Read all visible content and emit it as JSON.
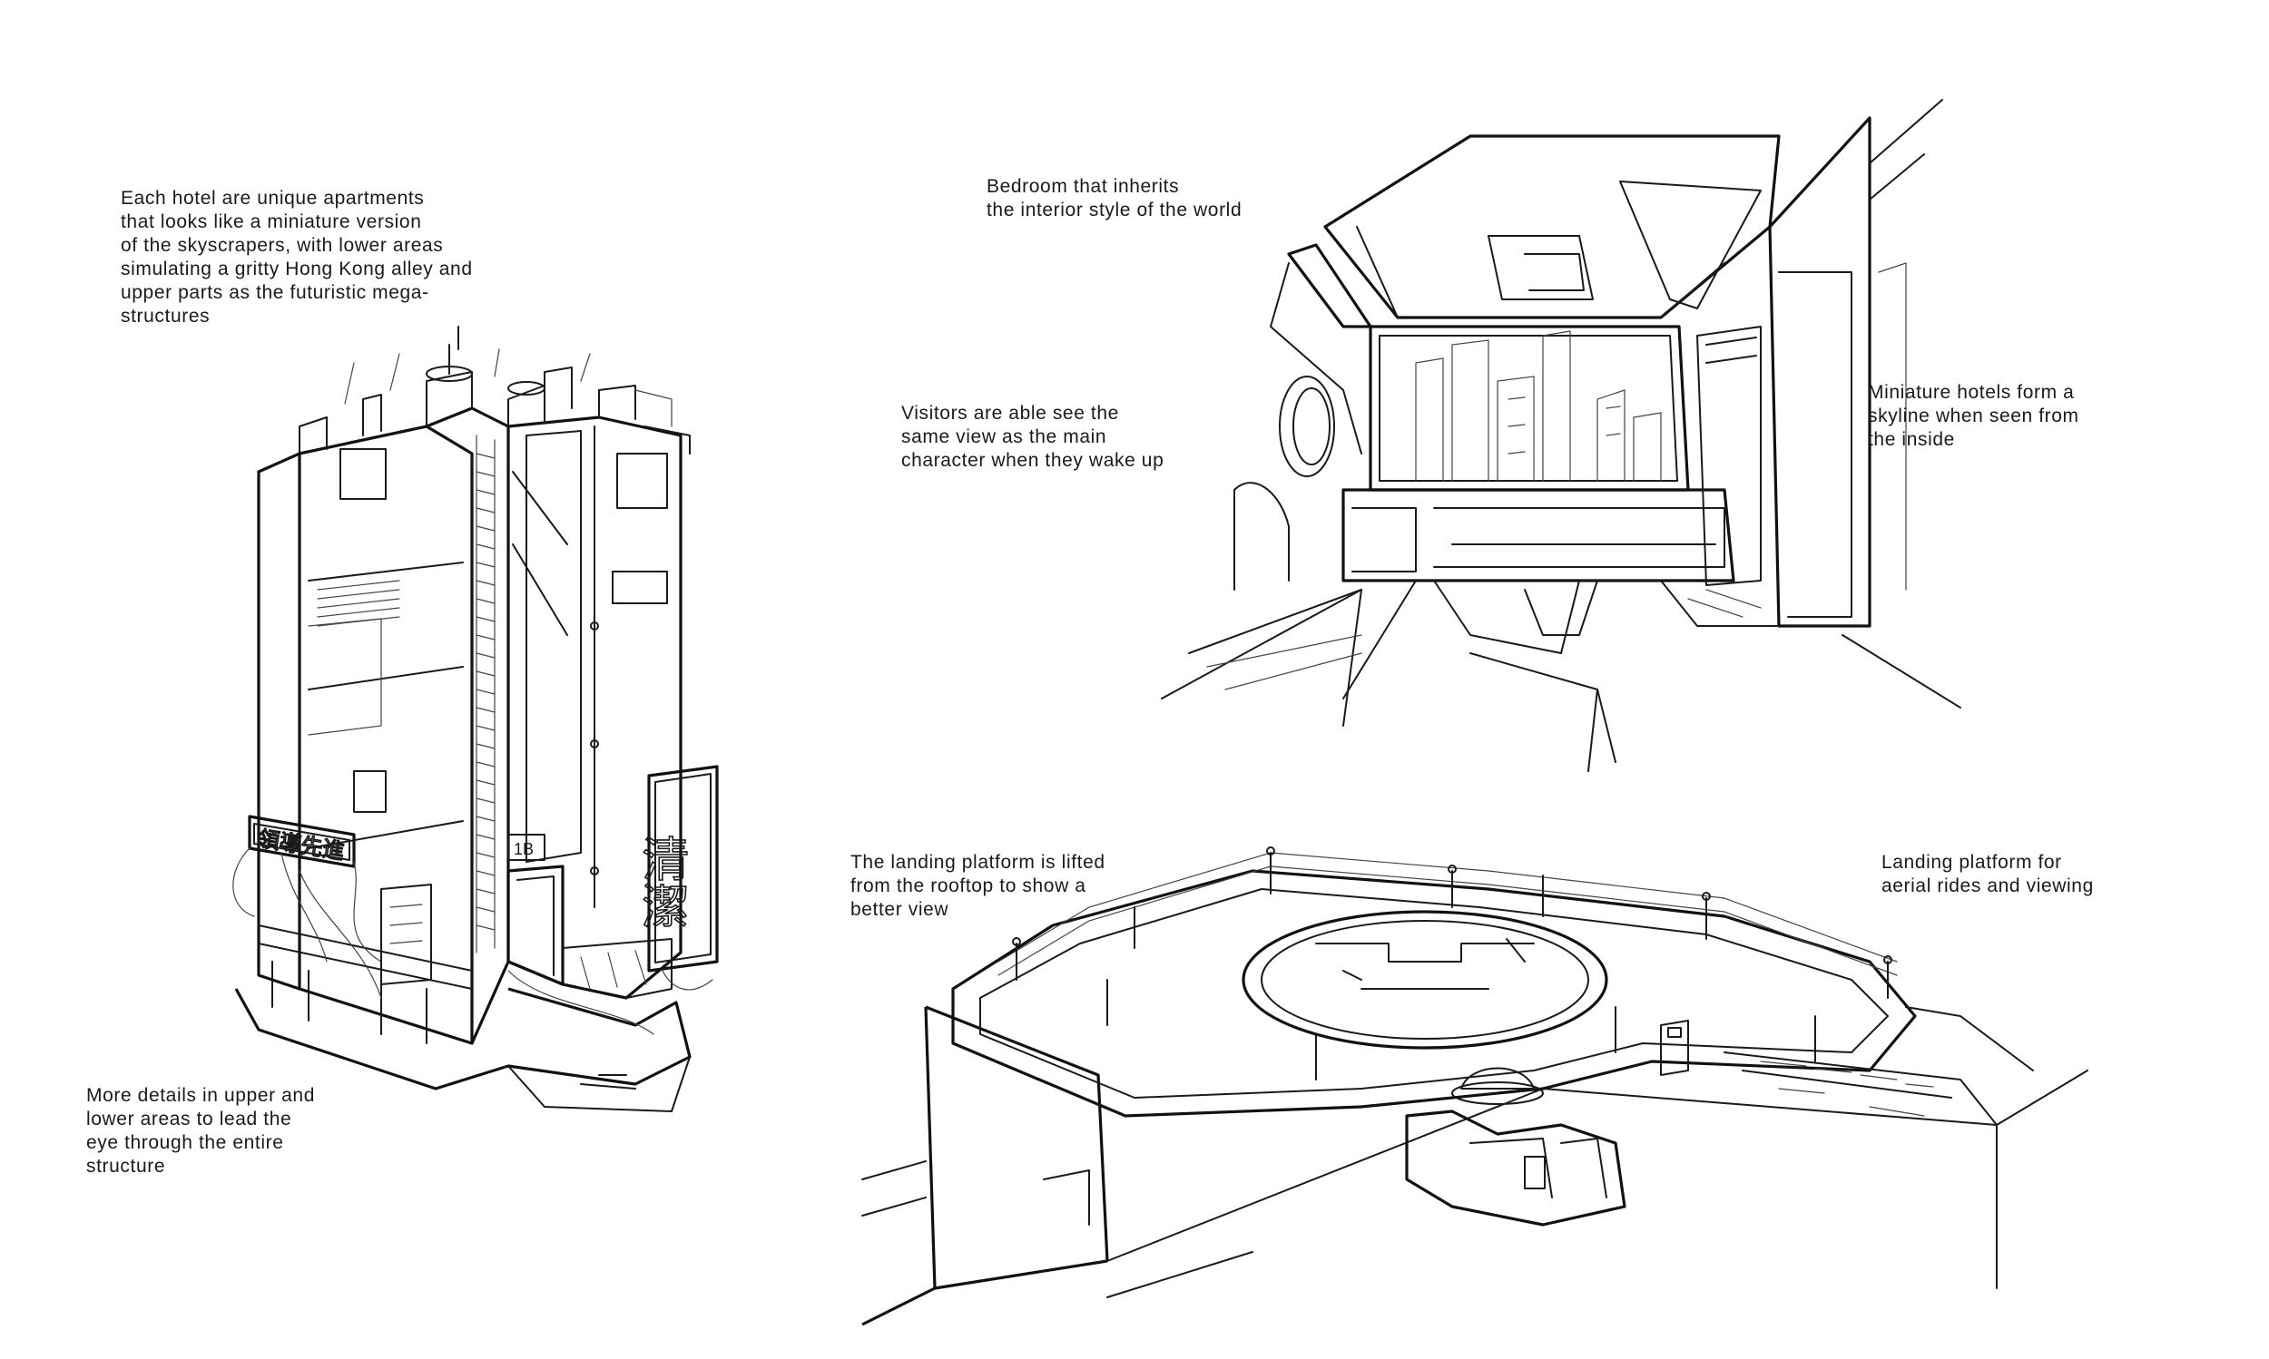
{
  "notes": {
    "hotel_desc": [
      "Each hotel are unique apartments",
      "that looks like a miniature version",
      "of the skyscrapers, with lower areas",
      "simulating a gritty Hong Kong alley and",
      "upper parts as the futuristic mega-",
      "structures"
    ],
    "details_desc": [
      "More details in upper and",
      "lower areas to lead the",
      "eye through the entire",
      "structure"
    ],
    "bedroom_desc": [
      "Bedroom that inherits",
      "the interior style of the world"
    ],
    "visitors_desc": [
      "Visitors are able see the",
      "same view as the main",
      "character when they wake up"
    ],
    "skyline_desc": [
      "Miniature hotels form a",
      "skyline when seen from",
      "the inside"
    ],
    "lifted_desc": [
      "The landing platform is lifted",
      "from the rooftop to show a",
      "better view"
    ],
    "landing_desc": [
      "Landing platform for",
      "aerial rides and viewing"
    ]
  },
  "signs": {
    "horizontal_sign": "領導先進",
    "vertical_sign": "清潔",
    "door_number": "1B"
  },
  "colors": {
    "ink": "#1a1a1a",
    "paper": "#ffffff"
  }
}
